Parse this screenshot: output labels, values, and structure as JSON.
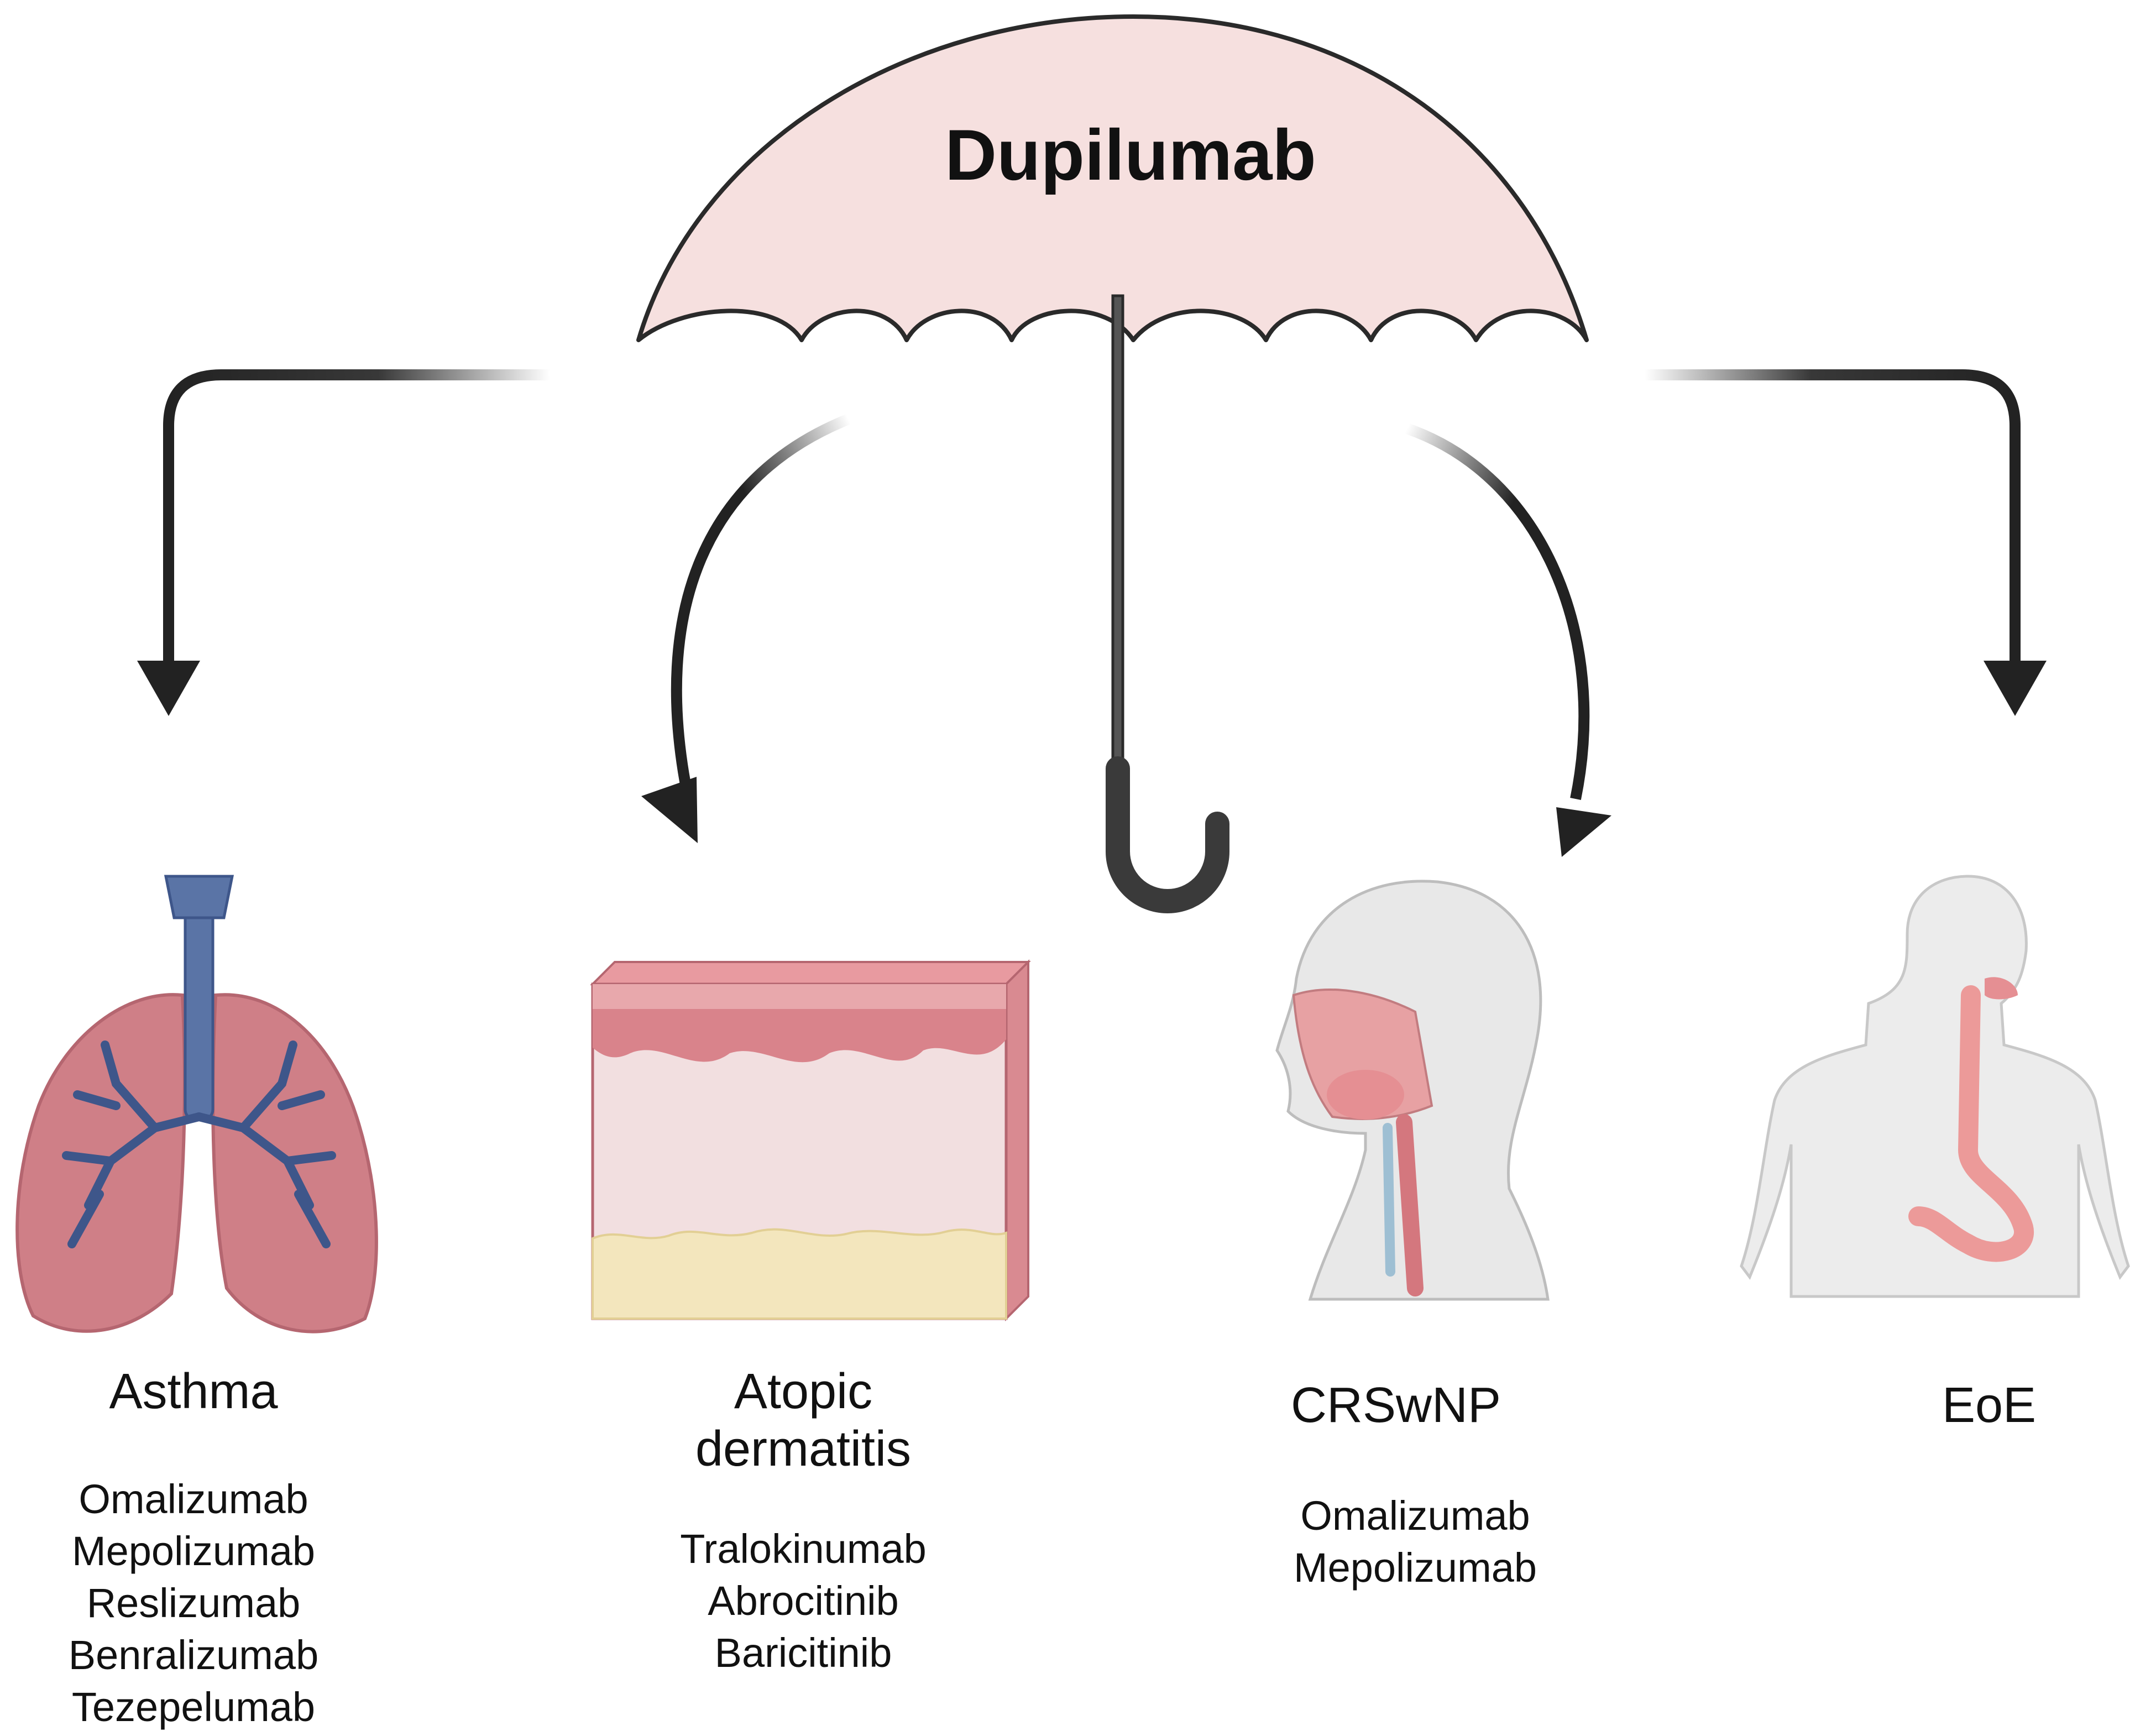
{
  "title": "Dupilumab",
  "colors": {
    "canopy": "#f6e0df",
    "outline": "#2a2a2a",
    "lung": "#cf7f87",
    "airway": "#5a74a6",
    "skin": "#e8c0c2",
    "fat": "#f3e6bd"
  },
  "groups": [
    {
      "key": "asthma",
      "disease": "Asthma",
      "icon": "lungs-icon",
      "drugs": [
        "Omalizumab",
        "Mepolizumab",
        "Reslizumab",
        "Benralizumab",
        "Tezepelumab"
      ]
    },
    {
      "key": "ad",
      "disease_lines": [
        "Atopic",
        "dermatitis"
      ],
      "icon": "skin-layers-icon",
      "drugs": [
        "Tralokinumab",
        "Abrocitinib",
        "Baricitinib"
      ]
    },
    {
      "key": "crswnp",
      "disease": "CRSwNP",
      "icon": "head-sinus-icon",
      "drugs": [
        "Omalizumab",
        "Mepolizumab"
      ]
    },
    {
      "key": "eoe",
      "disease": "EoE",
      "icon": "torso-esophagus-icon",
      "drugs": []
    }
  ]
}
